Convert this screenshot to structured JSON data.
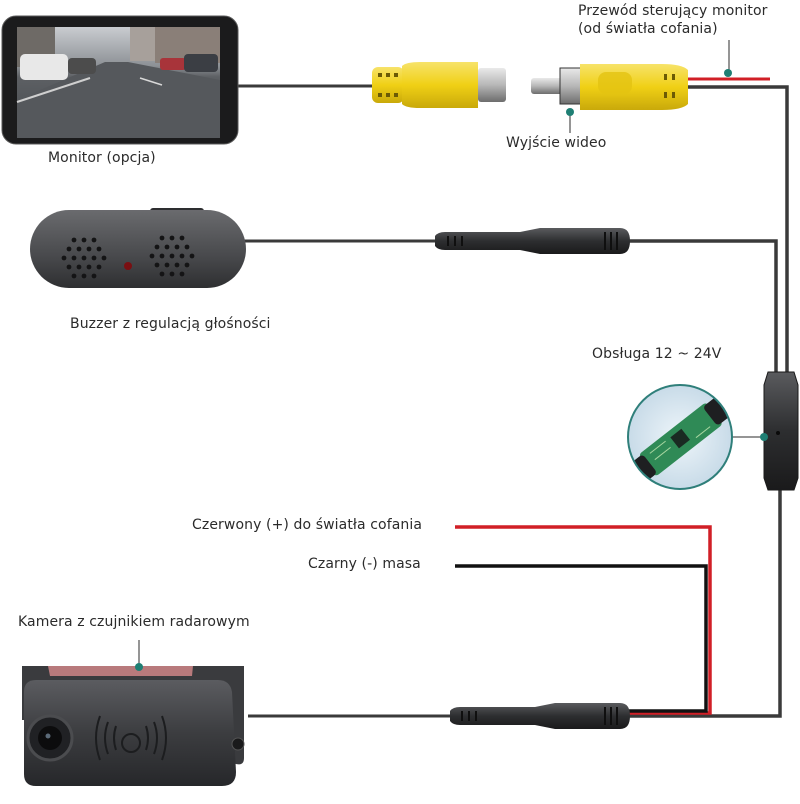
{
  "title": "Schemat podłączenia kamery cofania z czujnikiem radarowym",
  "labels": {
    "monitor": "Monitor (opcja)",
    "video_output": "Wyjście wideo",
    "control_wire_line1": "Przewód sterujący monitor",
    "control_wire_line2": "(od światła cofania)",
    "buzzer": "Buzzer z regulacją głośności",
    "power_support": "Obsługa 12 ~ 24V",
    "red_wire": "Czerwony (+) do światła cofania",
    "black_wire": "Czarny (-) masa",
    "camera": "Kamera z czujnikiem radarowym"
  },
  "colors": {
    "wire_dark": "#3a3a3a",
    "wire_red": "#d11f26",
    "wire_black": "#111111",
    "rca_yellow": "#f2d41a",
    "callout_dot": "#1f7f74",
    "device_body": "#3b3c3f",
    "pcb_green": "#2f8a56"
  },
  "components": [
    {
      "id": "monitor",
      "name": "Monitor (opcja)"
    },
    {
      "id": "rca-female",
      "name": "RCA female connector"
    },
    {
      "id": "rca-male",
      "name": "RCA male plug"
    },
    {
      "id": "buzzer",
      "name": "Buzzer"
    },
    {
      "id": "control-module",
      "name": "Control module 12~24V"
    },
    {
      "id": "camera",
      "name": "Camera with radar sensor"
    }
  ]
}
